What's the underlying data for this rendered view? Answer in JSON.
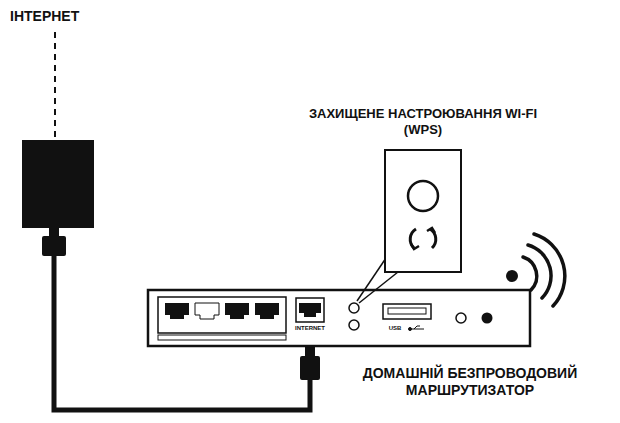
{
  "diagram": {
    "labels": [
      "ІНТЕРНЕТ",
      "ЗАХИЩЕНЕ НАСТРОЮВАННЯ WI-FI (WPS)",
      "INTERNET",
      "USB",
      "ДОМАШНІЙ БЕЗПРОВОДОВИЙ МАРШРУТИЗАТОР"
    ]
  }
}
